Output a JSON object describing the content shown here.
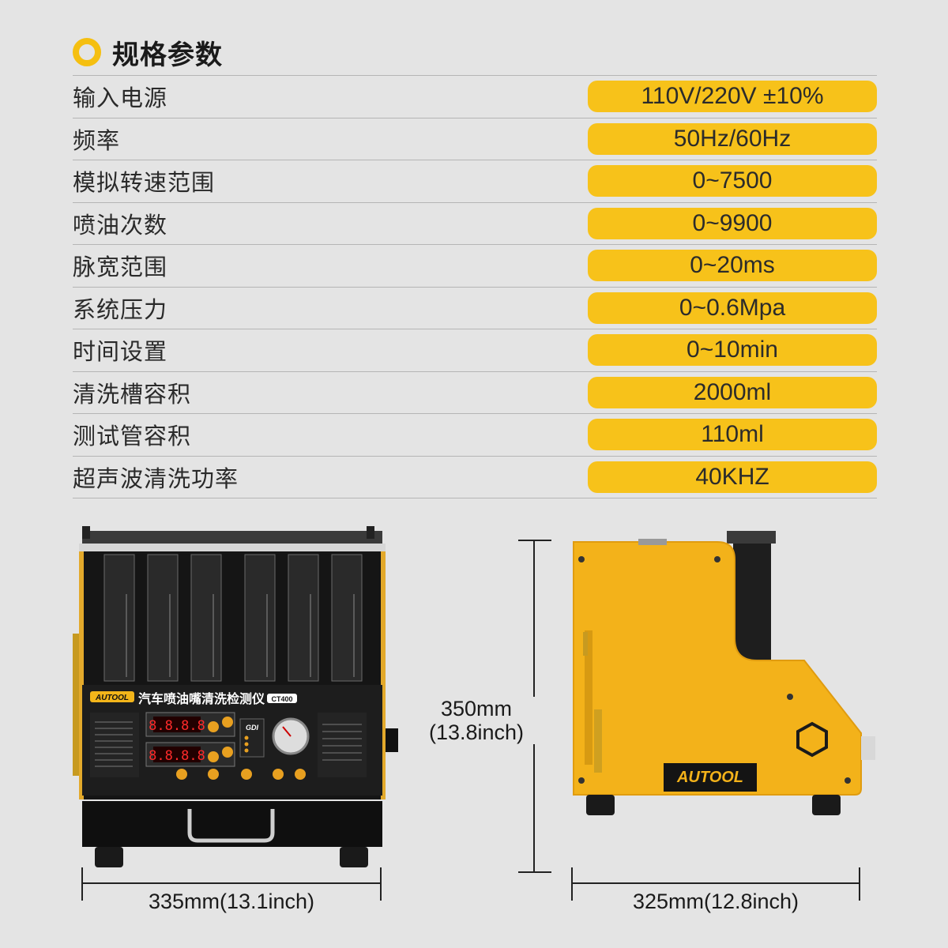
{
  "header": {
    "title": "规格参数",
    "icon": "circle-bullet-icon",
    "accent": "#f5bf10"
  },
  "specs": [
    {
      "label": "输入电源",
      "value": "110V/220V ±10%"
    },
    {
      "label": "频率",
      "value": "50Hz/60Hz"
    },
    {
      "label": "模拟转速范围",
      "value": "0~7500"
    },
    {
      "label": "喷油次数",
      "value": "0~9900"
    },
    {
      "label": "脉宽范围",
      "value": "0~20ms"
    },
    {
      "label": "系统压力",
      "value": "0~0.6Mpa"
    },
    {
      "label": "时间设置",
      "value": "0~10min"
    },
    {
      "label": "清洗槽容积",
      "value": "2000ml"
    },
    {
      "label": "测试管容积",
      "value": "110ml"
    },
    {
      "label": "超声波清洗功率",
      "value": "40KHZ"
    }
  ],
  "front_view": {
    "brand": "AUTOOL",
    "title": "汽车喷油嘴清洗检测仪",
    "model": "CT400",
    "display1": "8.8.8.8",
    "display2": "8.8.8.8",
    "gdi": "GDI",
    "width_label": "335mm(13.1inch)"
  },
  "side_view": {
    "brand": "AUTOOL",
    "height_label_mm": "350mm",
    "height_label_in": "(13.8inch)",
    "depth_label": "325mm(12.8inch)"
  }
}
